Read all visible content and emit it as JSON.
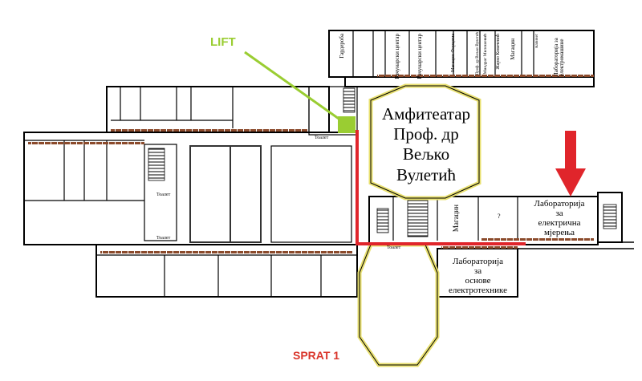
{
  "title": "SPRAT 1",
  "lift_label": "LIFT",
  "amphitheater": {
    "lines": [
      "Амфитеатар",
      "Проф. др",
      "Вељко",
      "Вулетић"
    ]
  },
  "labs": {
    "electrical_measurements": [
      "Лабораторија",
      "за",
      "електрична",
      "мјерења"
    ],
    "electrotechnics_basics": [
      "Лабораторија",
      "за",
      "основе",
      "електротехнике"
    ]
  },
  "rooms": {
    "storage": "Магацин",
    "unknown": "?",
    "toilet": "Тоалет",
    "top_wing": [
      "Гардероба",
      "Рачунарски центар",
      "Рачунарски центар",
      "Магацин Форцима",
      "Проф. др Вељко Вулетић",
      "Миодраг Милошевић",
      "Жарко Ковачевић",
      "Магацин",
      "Кабинет",
      "Лабораторија за електромашине"
    ]
  },
  "colors": {
    "route": "#e0252b",
    "lift": "#9acd32",
    "walls_yellow": "#e8e070",
    "desks": "#8b4a2b"
  }
}
